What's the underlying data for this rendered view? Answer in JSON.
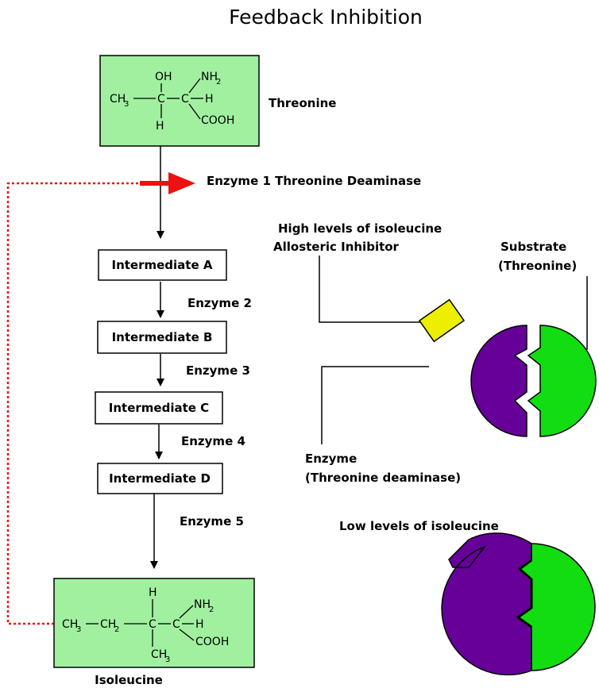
{
  "title": "Feedback Inhibition",
  "pathway": {
    "start_molecule": {
      "name": "Threonine",
      "structure": {
        "oh": "OH",
        "nh2": "NH",
        "nh2_sub": "2",
        "ch3": "CH",
        "ch3_sub": "3",
        "c": "C",
        "h_right": "H",
        "h_bottom": "H",
        "cooh": "COOH"
      }
    },
    "enzyme1": "Enzyme 1 Threonine Deaminase",
    "intermediates": [
      "Intermediate A",
      "Intermediate B",
      "Intermediate C",
      "Intermediate D"
    ],
    "enzymes": [
      "Enzyme 2",
      "Enzyme 3",
      "Enzyme 4",
      "Enzyme 5"
    ],
    "end_molecule": {
      "name": "Isoleucine",
      "structure": {
        "ch3": "CH",
        "ch3_sub": "3",
        "ch2": "CH",
        "ch2_sub": "2",
        "c": "C",
        "h_top": "H",
        "nh2": "NH",
        "nh2_sub": "2",
        "h_right": "H",
        "cooh": "COOH",
        "ch3_bottom": "CH",
        "ch3_bottom_sub": "3"
      }
    }
  },
  "allosteric": {
    "high_label": "High levels of isoleucine",
    "inhibitor_label": "Allosteric Inhibitor",
    "substrate_label": "Substrate",
    "substrate_sub": "(Threonine)",
    "enzyme_label": "Enzyme",
    "enzyme_sub": "(Threonine deaminase)",
    "low_label": "Low levels of isoleucine"
  },
  "colors": {
    "molecule_box": "#a0f0a0",
    "inhibition_arrow": "#ee1111",
    "enzyme": "#660099",
    "substrate": "#11dd11",
    "inhibitor": "#eeee00"
  }
}
